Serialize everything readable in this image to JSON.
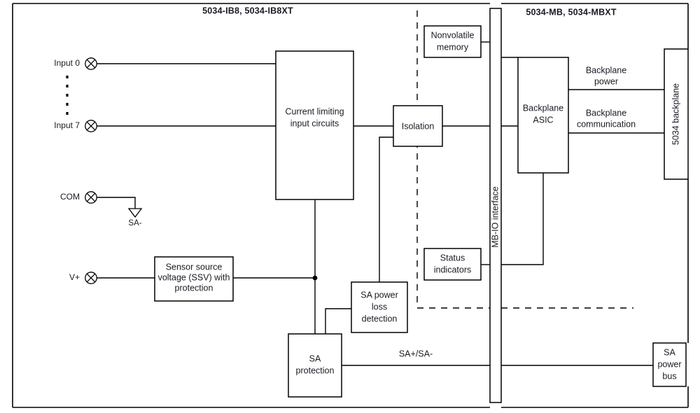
{
  "diagram": {
    "type": "block-diagram",
    "panel_titles": {
      "left": "5034-IB8, 5034-IB8XT",
      "right": "5034-MB, 5034-MBXT"
    },
    "terminals": [
      {
        "id": "input0",
        "label": "Input 0",
        "icon": "screw-terminal-icon"
      },
      {
        "id": "input7",
        "label": "Input 7",
        "icon": "screw-terminal-icon"
      },
      {
        "id": "com",
        "label": "COM",
        "icon": "screw-terminal-icon"
      },
      {
        "id": "vplus",
        "label": "V+",
        "icon": "screw-terminal-icon"
      }
    ],
    "ground": {
      "label": "SA-",
      "icon": "ground-triangle-icon"
    },
    "blocks": [
      {
        "id": "current-limiting",
        "lines": [
          "Current limiting",
          "input circuits"
        ]
      },
      {
        "id": "ssv",
        "lines": [
          "Sensor source",
          "voltage (SSV) with",
          "protection"
        ]
      },
      {
        "id": "isolation",
        "lines": [
          "Isolation"
        ]
      },
      {
        "id": "nonvolatile-memory",
        "lines": [
          "Nonvolatile",
          "memory"
        ]
      },
      {
        "id": "status-indicators",
        "lines": [
          "Status",
          "indicators"
        ]
      },
      {
        "id": "sa-power-loss",
        "lines": [
          "SA power",
          "loss",
          "detection"
        ]
      },
      {
        "id": "sa-protection",
        "lines": [
          "SA",
          "protection"
        ]
      },
      {
        "id": "mb-io-interface",
        "lines": [
          "MB-IO interface"
        ],
        "orientation": "vertical"
      },
      {
        "id": "backplane-asic",
        "lines": [
          "Backplane",
          "ASIC"
        ]
      },
      {
        "id": "backplane",
        "lines": [
          "5034 backplane"
        ],
        "orientation": "vertical"
      },
      {
        "id": "sa-power-bus",
        "lines": [
          "SA",
          "power",
          "bus"
        ]
      }
    ],
    "wire_labels": [
      {
        "id": "backplane-power",
        "lines": [
          "Backplane",
          "power"
        ]
      },
      {
        "id": "backplane-communication",
        "lines": [
          "Backplane",
          "communication"
        ]
      },
      {
        "id": "sa-plus-minus",
        "lines": [
          "SA+/SA-"
        ]
      }
    ],
    "colors": {
      "line": "#000000",
      "text": "#1a1a24",
      "background": "#ffffff"
    }
  }
}
